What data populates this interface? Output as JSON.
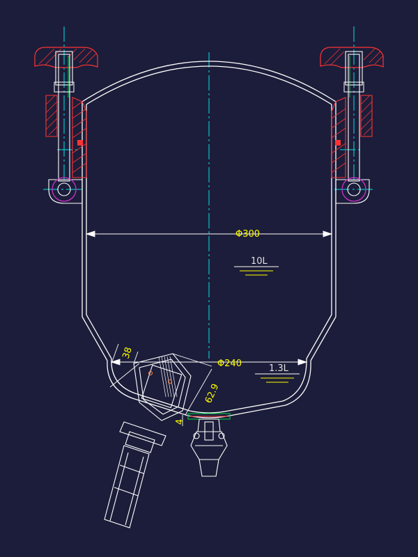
{
  "colors": {
    "background": "#1c1d3a",
    "outline": "#ffffff",
    "dimension_text": "#ffff00",
    "center_line": "#00e5e5",
    "hatch": "#ff3333",
    "pivot": "#cc33cc",
    "seal": "#00cc44",
    "level_line": "#ffff00",
    "level_text": "#e0e0e0"
  },
  "dimensions": {
    "vessel_diameter": "Φ300",
    "bottom_diameter": "Φ240",
    "port_offset": "38",
    "port_depth": "62.9",
    "port_gap": "4"
  },
  "levels": {
    "upper_volume": "10L",
    "lower_volume": "1.3L"
  }
}
